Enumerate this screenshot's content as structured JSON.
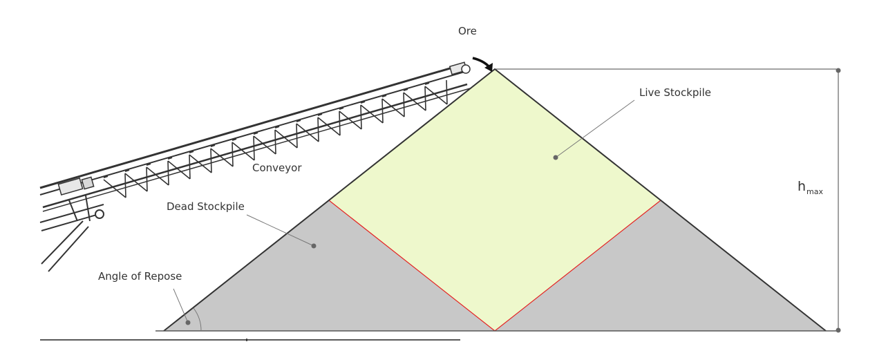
{
  "labels": {
    "ore": "Ore",
    "live_stockpile": "Live Stockpile",
    "conveyor": "Conveyor",
    "dead_stockpile": "Dead Stockpile",
    "angle_of_repose": "Angle of Repose",
    "h_main": "h",
    "h_sub": "max"
  },
  "colors": {
    "live_fill": "#EEF8CC",
    "dead_fill": "#C8C8C8",
    "red_divider": "#E52222",
    "outline": "#333333",
    "line": "#444444",
    "dot": "#666666"
  }
}
